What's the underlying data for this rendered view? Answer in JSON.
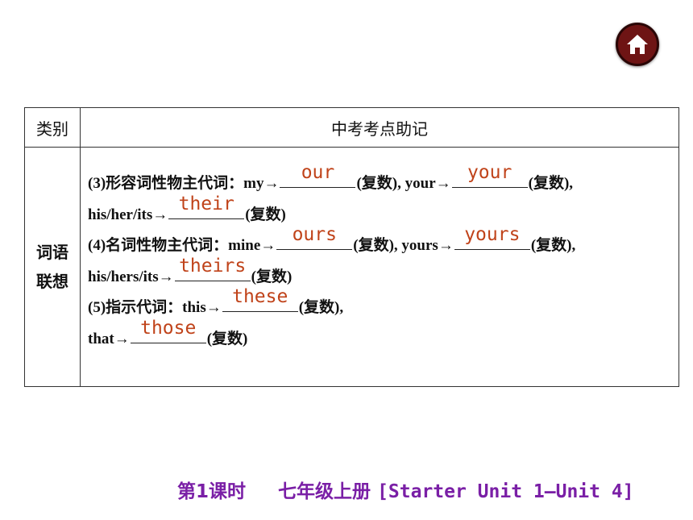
{
  "nav": {
    "home_icon": "home-icon"
  },
  "table": {
    "header_category": "类别",
    "header_content": "中考考点助记",
    "category_line1": "词语",
    "category_line2": "联想",
    "line1": {
      "a": "(3)形容词性物主代词：my→",
      "blank1": "our",
      "b": "(复数), your→",
      "blank2": "your",
      "c": "(复数),"
    },
    "line2": {
      "a": "his/her/its→",
      "blank1": "their",
      "b": "(复数)"
    },
    "line3": {
      "a": "(4)名词性物主代词：mine→",
      "blank1": "ours",
      "b": "(复数), yours→",
      "blank2": "yours",
      "c": "(复数),"
    },
    "line4": {
      "a": "his/hers/its→",
      "blank1": "theirs",
      "b": "(复数)"
    },
    "line5": {
      "a": "(5)指示代词：this→",
      "blank1": "these",
      "b": "(复数),"
    },
    "line6": {
      "a": "that→",
      "blank1": "those",
      "b": "(复数)"
    }
  },
  "footer": {
    "lesson": "第1课时",
    "book": "七年级上册",
    "units": "[Starter Unit 1—Unit 4]"
  },
  "colors": {
    "answer": "#c0431a",
    "footer": "#7a1fa6",
    "home_button": "#6e1414"
  }
}
